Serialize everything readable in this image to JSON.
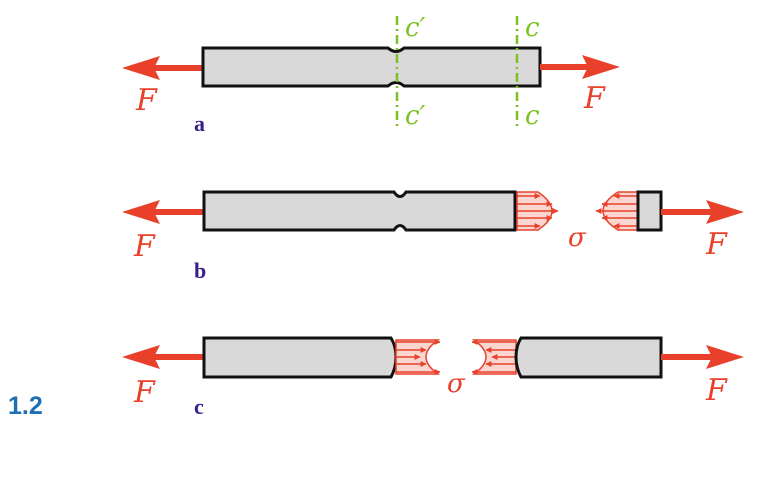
{
  "figure_number": "1.2",
  "panels": {
    "a": {
      "sublabel": "a",
      "force_left": "F",
      "force_right": "F",
      "section_labels": {
        "notch_top": "c′",
        "notch_bottom": "c′",
        "end_top": "c",
        "end_bottom": "c"
      }
    },
    "b": {
      "sublabel": "b",
      "force_left": "F",
      "force_right": "F",
      "stress_symbol": "σ"
    },
    "c": {
      "sublabel": "c",
      "force_left": "F",
      "force_right": "F",
      "stress_symbol": "σ"
    }
  },
  "colors": {
    "force": "#e8402a",
    "section_line": "#7dc022",
    "bar_fill": "#d9d9d9",
    "sublabel": "#3a1f8c",
    "figure_number": "#1f6fb5"
  }
}
